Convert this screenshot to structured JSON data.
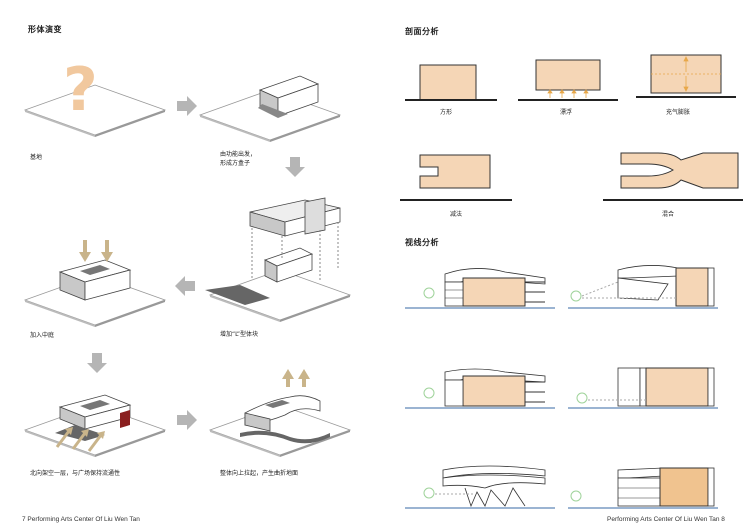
{
  "left_page": {
    "title": "形体演变",
    "steps": [
      {
        "label": "基地"
      },
      {
        "label": "由功能出发，\n形成方盒子"
      },
      {
        "label": "增加“L”型体块"
      },
      {
        "label": "加入中庭"
      },
      {
        "label": "北向架空一层，与广场保持流通性"
      },
      {
        "label": "整体向上拉起，产生曲折地面"
      }
    ],
    "question_mark": "?",
    "footer": "7  Performing Arts Center Of Liu Wen Tan"
  },
  "right_page": {
    "section_title": "剖面分析",
    "section_items": [
      {
        "label": "方形"
      },
      {
        "label": "漂浮"
      },
      {
        "label": "充气膨胀"
      },
      {
        "label": "减法"
      },
      {
        "label": "混合"
      }
    ],
    "sight_title": "视线分析",
    "footer": "Performing Arts Center Of Liu Wen Tan  8"
  },
  "colors": {
    "accent_fill": "#f5d6b6",
    "arrow_tan": "#c9b48a",
    "arrow_grey": "#b5b5b5",
    "tree_green": "#9fd39a",
    "ground_blue": "#7a9bc4",
    "dark_red": "#8a1f1f"
  }
}
